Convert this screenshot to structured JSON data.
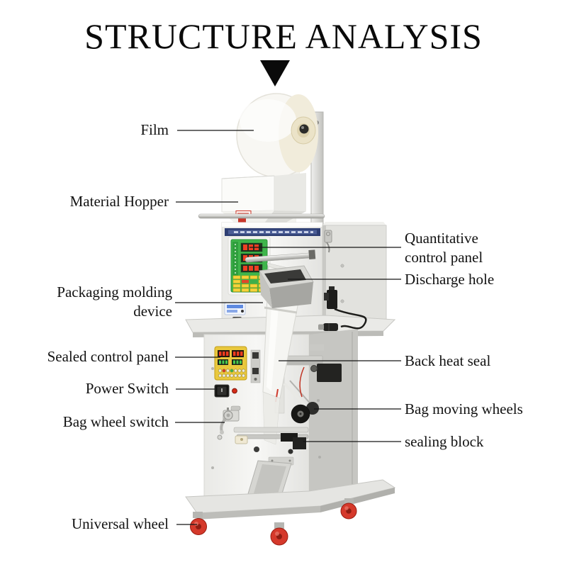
{
  "title": "STRUCTURE ANALYSIS",
  "labels": {
    "film": "Film",
    "material_hopper": "Material Hopper",
    "packaging_molding_device": "Packaging molding device",
    "sealed_control_panel": "Sealed control panel",
    "power_switch": "Power Switch",
    "bag_wheel_switch": "Bag wheel switch",
    "universal_wheel": "Universal wheel",
    "quantitative_control_panel": "Quantitative control panel",
    "discharge_hole": "Discharge hole",
    "back_heat_seal": "Back heat seal",
    "bag_moving_wheels": "Bag moving wheels",
    "sealing_block": "sealing block"
  },
  "colors": {
    "panel_green": "#3fb54b",
    "panel_yellow": "#e9c83d",
    "wheel_red": "#d5392b",
    "stripe_navy": "#2e3e72",
    "label_text": "#121212"
  }
}
